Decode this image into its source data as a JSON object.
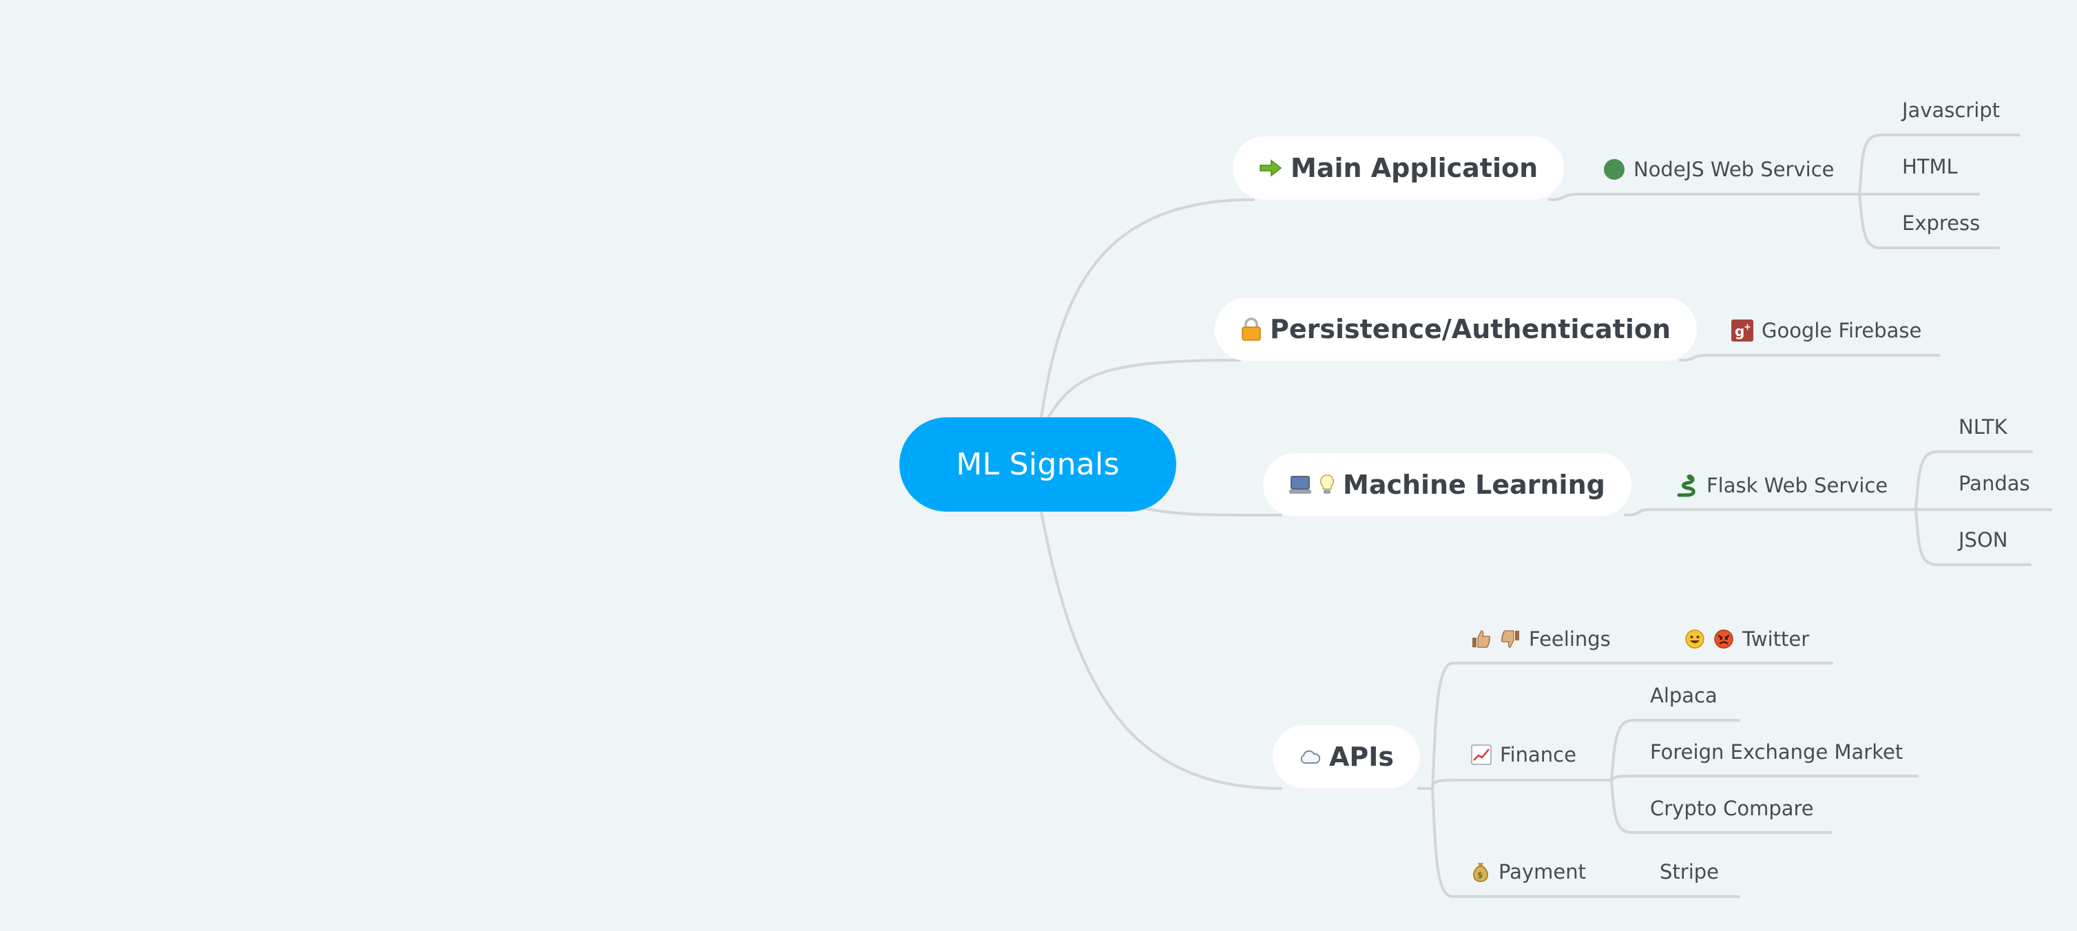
{
  "root": {
    "label": "ML Signals"
  },
  "branches": {
    "main_app": {
      "label": "Main Application",
      "icon": "arrow-right-icon",
      "nodejs": {
        "label": "NodeJS Web Service",
        "icon": "green-circle-icon",
        "children": [
          "Javascript",
          "HTML",
          "Express"
        ]
      }
    },
    "persistence": {
      "label": "Persistence/Authentication",
      "icon": "lock-icon",
      "firebase": {
        "label": "Google Firebase",
        "icon": "google-plus-icon"
      }
    },
    "ml": {
      "label": "Machine Learning",
      "icons": [
        "computer-icon",
        "lightbulb-icon"
      ],
      "flask": {
        "label": "Flask Web Service",
        "icon": "snake-icon",
        "children": [
          "NLTK",
          "Pandas",
          "JSON"
        ]
      }
    },
    "apis": {
      "label": "APIs",
      "icon": "cloud-icon",
      "feelings": {
        "label": "Feelings",
        "icons": [
          "thumbs-up-icon",
          "thumbs-down-icon"
        ],
        "twitter": {
          "label": "Twitter",
          "icons": [
            "smiley-icon",
            "angry-face-icon"
          ]
        }
      },
      "finance": {
        "label": "Finance",
        "icon": "chart-increasing-icon",
        "children": [
          "Alpaca",
          "Foreign Exchange Market",
          "Crypto Compare"
        ]
      },
      "payment": {
        "label": "Payment",
        "icon": "money-bag-icon",
        "stripe": {
          "label": "Stripe"
        }
      }
    }
  },
  "colors": {
    "background": "#eff4f6",
    "root_fill": "#00a8fb",
    "connector": "#d2d5d9",
    "text_dark": "#3d434b"
  }
}
